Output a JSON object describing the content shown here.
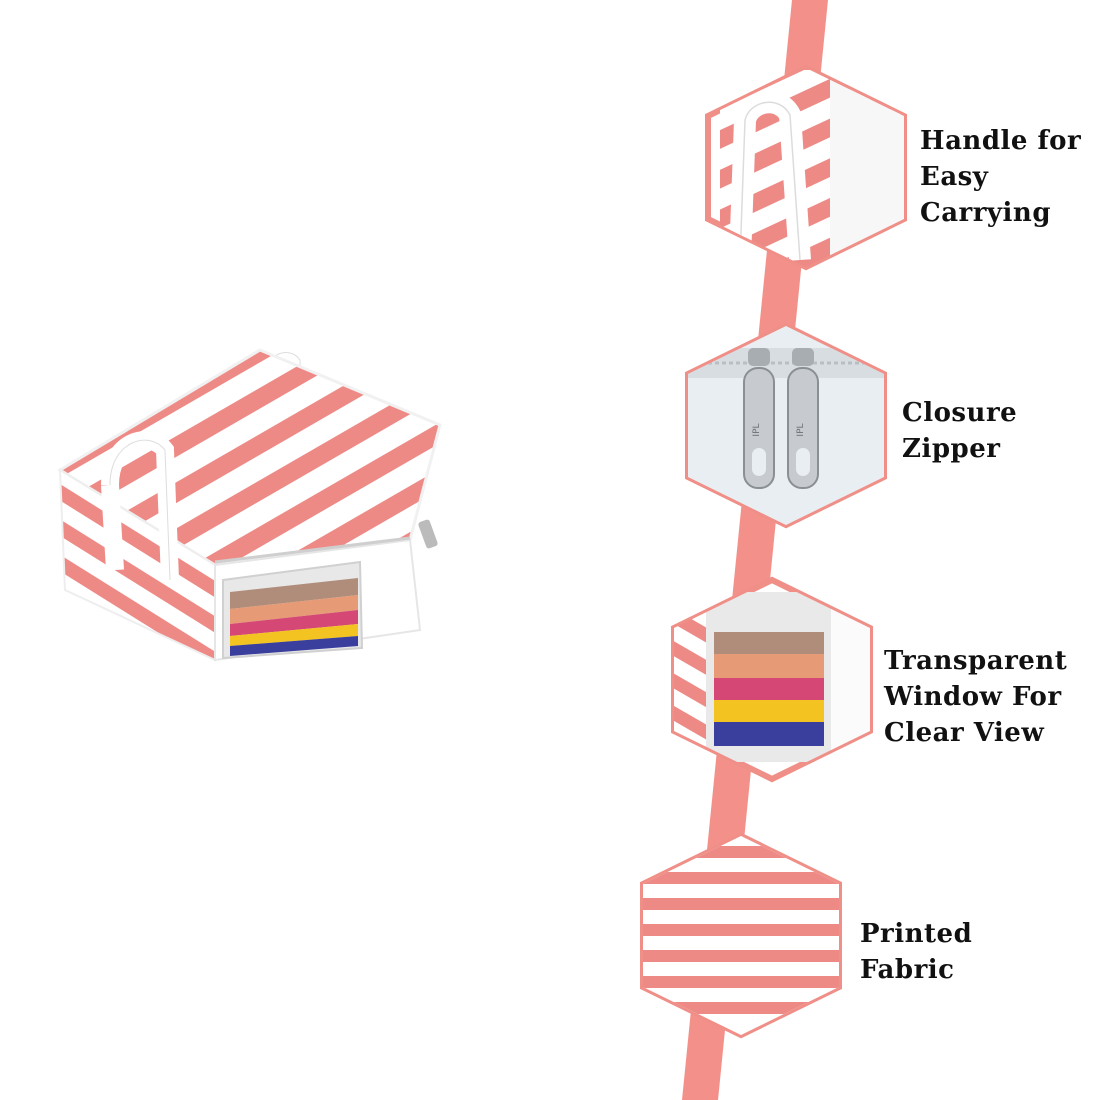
{
  "colors": {
    "ribbon": "#f3908a",
    "hex_border": "#ef8f87",
    "stripe": "#ee8a86",
    "stripe_light": "#ffffff",
    "label_text": "#111111"
  },
  "features": [
    {
      "id": "handle",
      "icon": "bag-handle-photo",
      "lines": [
        "Handle for",
        "Easy",
        "Carrying"
      ]
    },
    {
      "id": "zipper",
      "icon": "zipper-photo",
      "lines": [
        "Closure",
        "Zipper"
      ],
      "zipper_tag": "IPL"
    },
    {
      "id": "window",
      "icon": "transparent-window-photo",
      "lines": [
        "Transparent",
        "Window For",
        "Clear View"
      ]
    },
    {
      "id": "fabric",
      "icon": "printed-fabric-swatch",
      "lines": [
        "Printed",
        "Fabric"
      ]
    }
  ]
}
